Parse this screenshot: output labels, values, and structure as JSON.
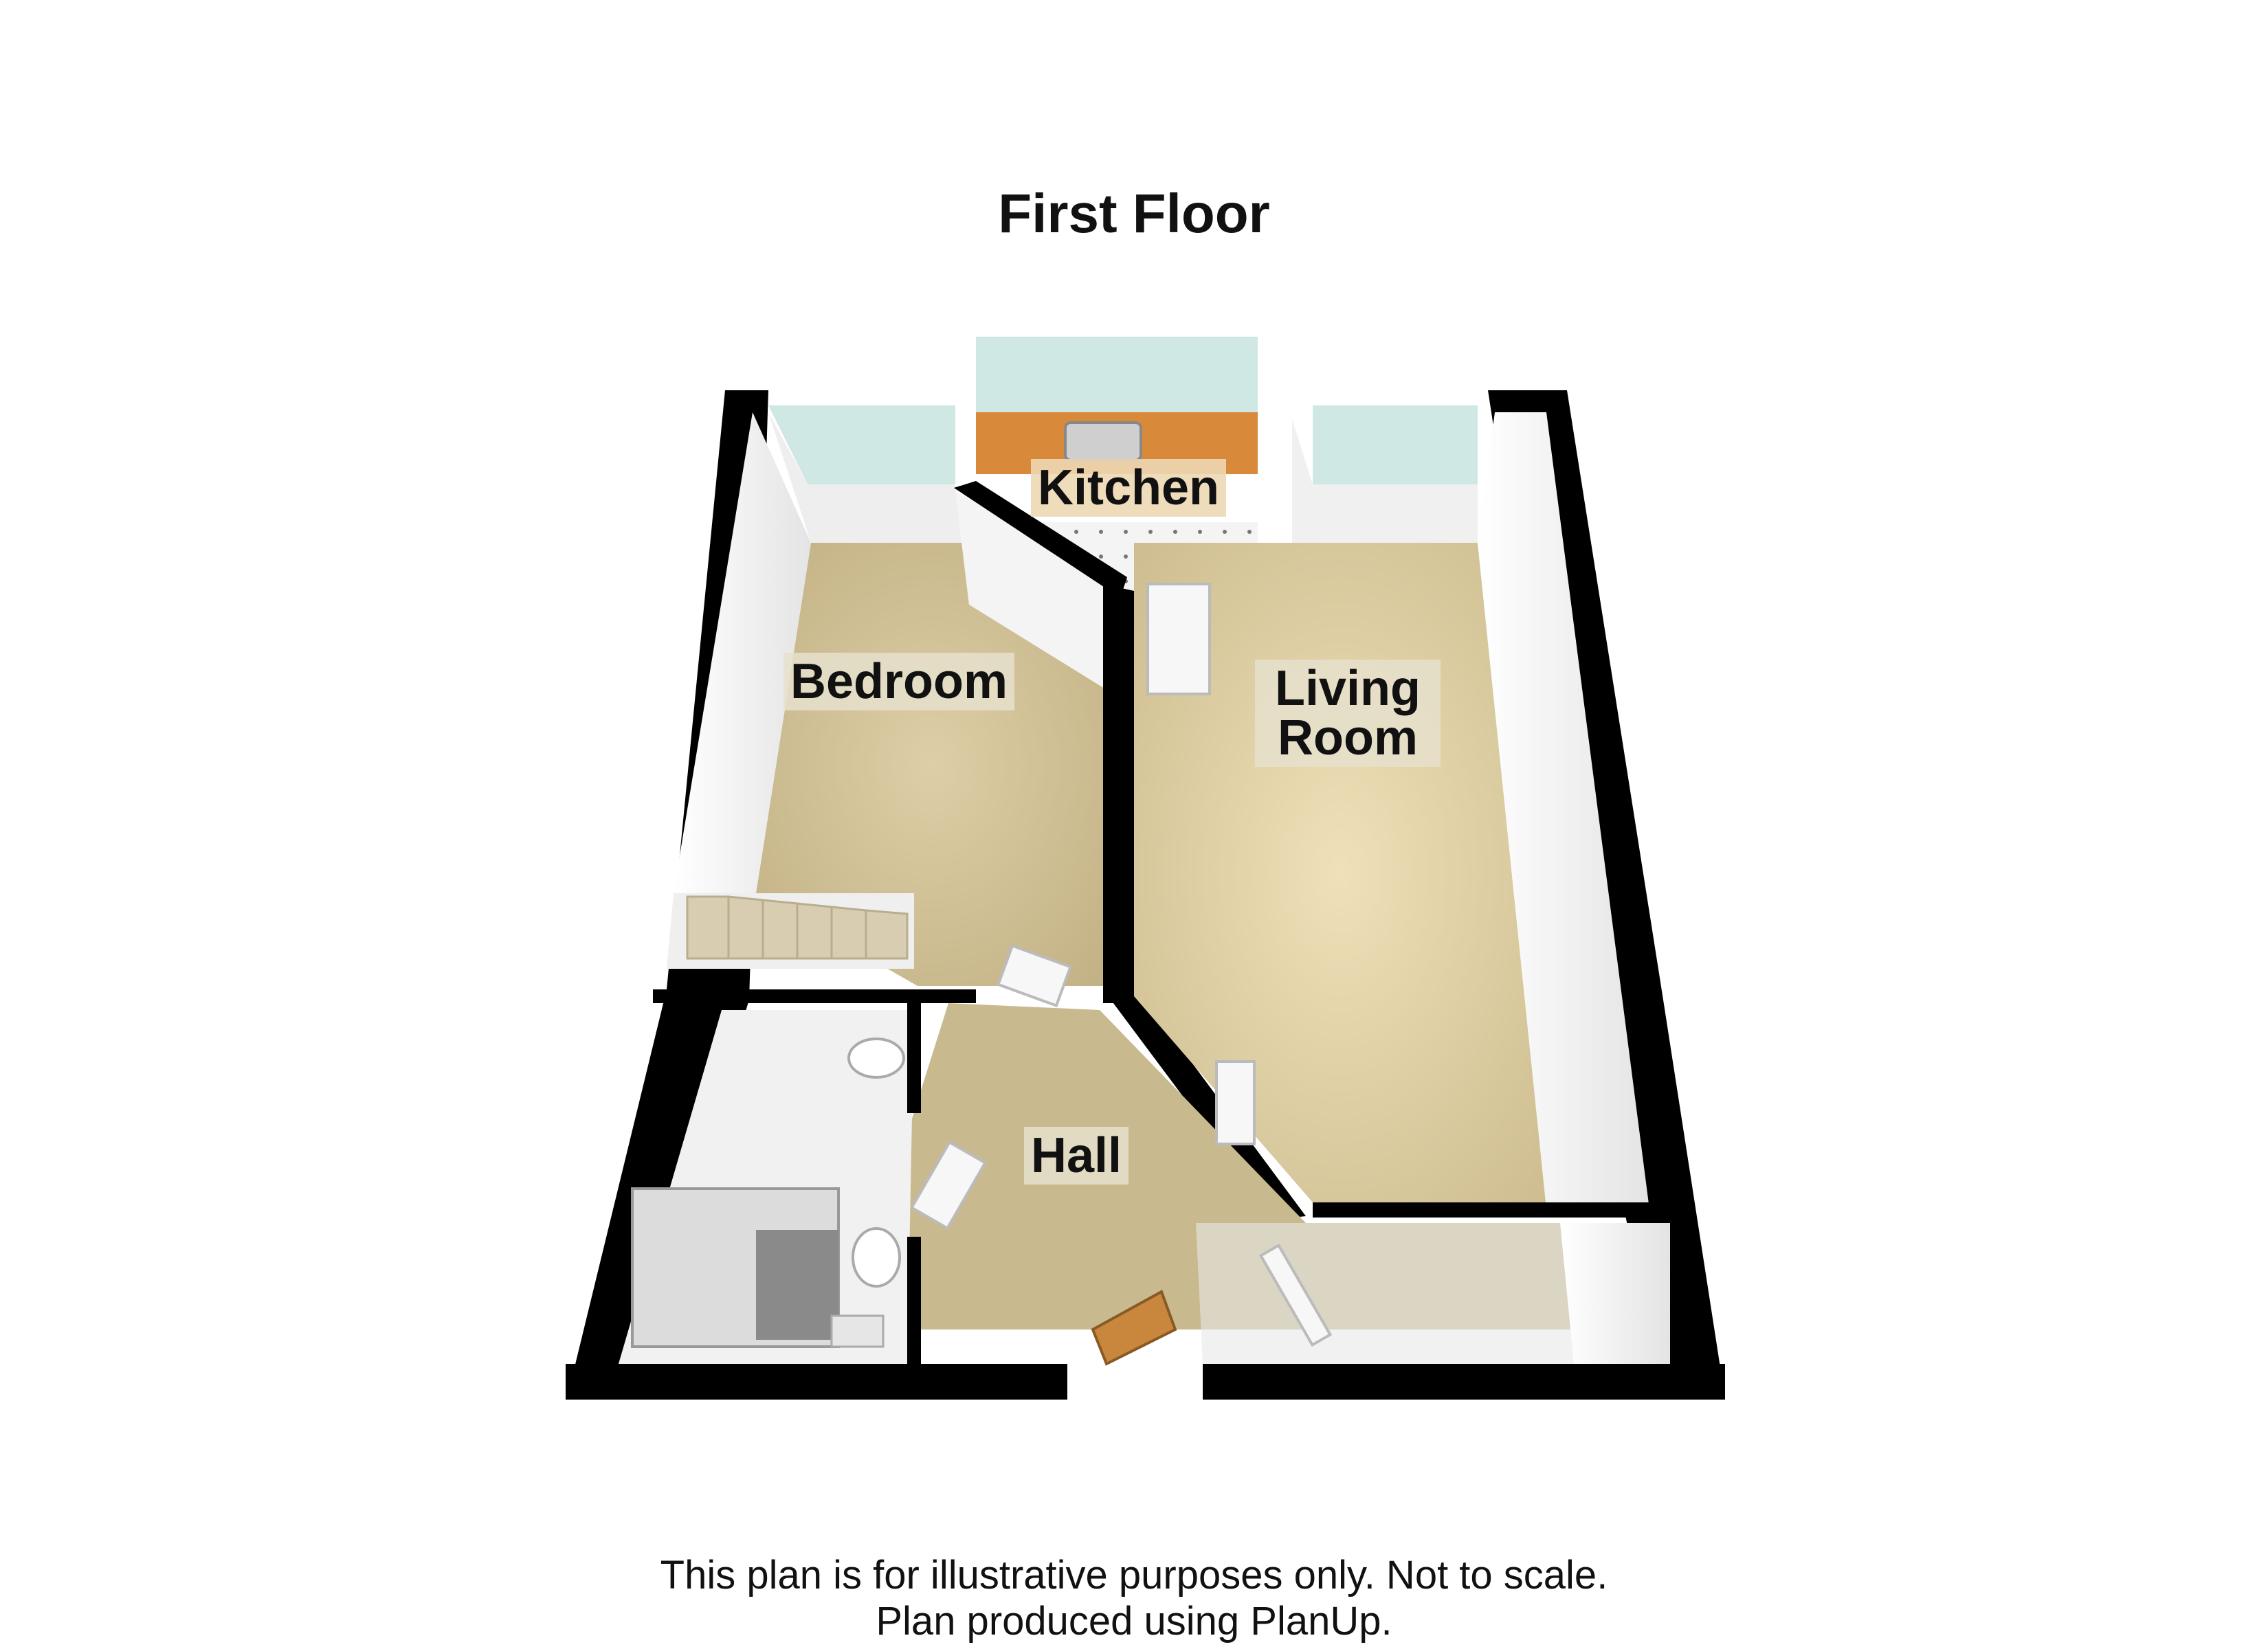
{
  "title": "First Floor",
  "rooms": {
    "kitchen": "Kitchen",
    "bedroom": "Bedroom",
    "living_room_line1": "Living",
    "living_room_line2": "Room",
    "hall": "Hall"
  },
  "footer": {
    "line1": "This plan is for illustrative purposes only. Not to scale.",
    "line2": "Plan produced using PlanUp."
  },
  "colors": {
    "wall": "#000000",
    "carpet": "#d6c79c",
    "hall_floor": "#c9b98e",
    "inner_wall": "#f2f2f2",
    "window": "#cfe8e4",
    "kitchen_worktop": "#d9893a"
  }
}
